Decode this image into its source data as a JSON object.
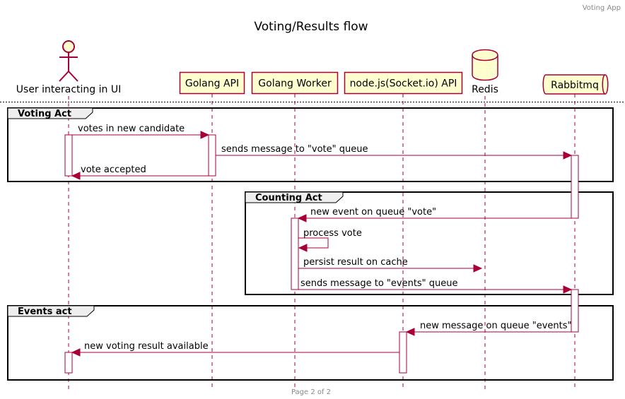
{
  "header": {
    "app_name": "Voting App",
    "title": "Voting/Results flow"
  },
  "footer": {
    "page": "Page 2 of 2"
  },
  "colors": {
    "border": "#A80036",
    "participant_fill": "#FEFECE",
    "frame": "#000000",
    "frame_title_bg": "#EEEEEE",
    "muted_text": "#888888"
  },
  "participants": [
    {
      "id": "user",
      "type": "actor",
      "label": "User interacting in UI"
    },
    {
      "id": "api",
      "type": "box",
      "label": "Golang API"
    },
    {
      "id": "worker",
      "type": "box",
      "label": "Golang Worker"
    },
    {
      "id": "socket",
      "type": "box",
      "label": "node.js(Socket.io) API"
    },
    {
      "id": "redis",
      "type": "database",
      "label": "Redis"
    },
    {
      "id": "rabbit",
      "type": "queue",
      "label": "Rabbitmq"
    }
  ],
  "groups": [
    {
      "title": "Voting Act"
    },
    {
      "title": "Counting Act"
    },
    {
      "title": "Events act"
    }
  ],
  "messages": [
    {
      "from": "user",
      "to": "api",
      "label": "votes in new candidate"
    },
    {
      "from": "api",
      "to": "rabbit",
      "label": "sends message to \"vote\" queue"
    },
    {
      "from": "api",
      "to": "user",
      "label": "vote accepted"
    },
    {
      "from": "rabbit",
      "to": "worker",
      "label": "new event on queue \"vote\""
    },
    {
      "from": "worker",
      "to": "worker",
      "label": "process vote"
    },
    {
      "from": "worker",
      "to": "redis",
      "label": "persist result on cache"
    },
    {
      "from": "worker",
      "to": "rabbit",
      "label": "sends message to \"events\" queue"
    },
    {
      "from": "rabbit",
      "to": "socket",
      "label": "new message on queue \"events\""
    },
    {
      "from": "socket",
      "to": "user",
      "label": "new voting result available"
    }
  ]
}
